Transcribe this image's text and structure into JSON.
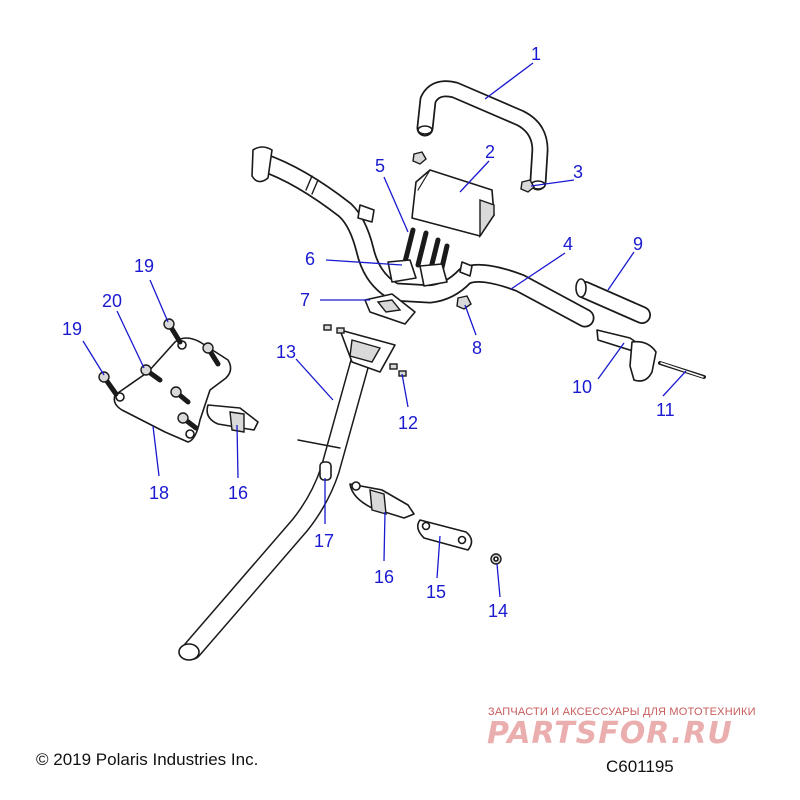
{
  "diagram": {
    "callouts": [
      {
        "id": "c1",
        "label": "1"
      },
      {
        "id": "c2",
        "label": "2"
      },
      {
        "id": "c3",
        "label": "3"
      },
      {
        "id": "c4",
        "label": "4"
      },
      {
        "id": "c5",
        "label": "5"
      },
      {
        "id": "c6",
        "label": "6"
      },
      {
        "id": "c7",
        "label": "7"
      },
      {
        "id": "c8",
        "label": "8"
      },
      {
        "id": "c9",
        "label": "9"
      },
      {
        "id": "c10",
        "label": "10"
      },
      {
        "id": "c11",
        "label": "11"
      },
      {
        "id": "c12",
        "label": "12"
      },
      {
        "id": "c13",
        "label": "13"
      },
      {
        "id": "c14",
        "label": "14"
      },
      {
        "id": "c15",
        "label": "15"
      },
      {
        "id": "c16a",
        "label": "16"
      },
      {
        "id": "c16b",
        "label": "16"
      },
      {
        "id": "c17",
        "label": "17"
      },
      {
        "id": "c18",
        "label": "18"
      },
      {
        "id": "c19a",
        "label": "19"
      },
      {
        "id": "c19b",
        "label": "19"
      },
      {
        "id": "c20",
        "label": "20"
      }
    ],
    "callout_color": "#1a1ad0",
    "line_color": "#1a1a1a"
  },
  "footer": {
    "copyright": "© 2019 Polaris Industries Inc.",
    "drawing_code": "C601195"
  },
  "watermark": {
    "tagline": "ЗАПЧАСТИ И АКСЕССУАРЫ ДЛЯ МОТОТЕХНИКИ",
    "logo_text": "PARTSFOR.RU"
  }
}
